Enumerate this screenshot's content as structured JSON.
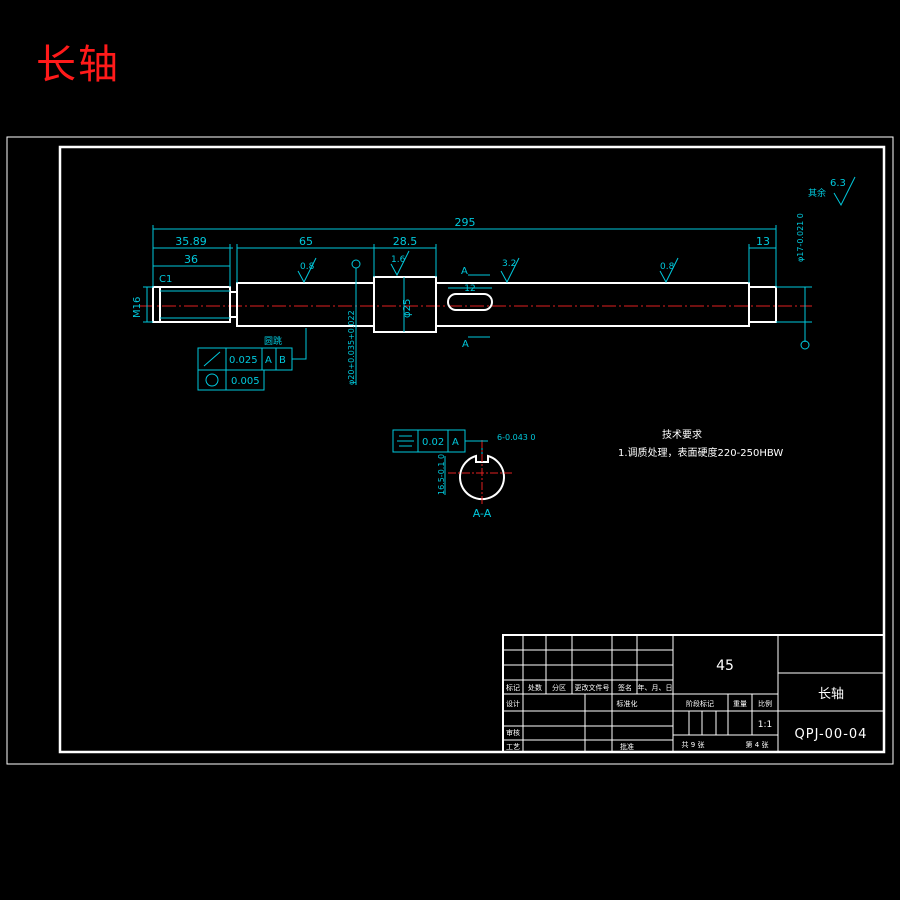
{
  "title": "长轴",
  "dimensions": {
    "overall": "295",
    "d1": "35.89",
    "d2": "36",
    "d3": "65",
    "d4": "28.5",
    "d5": "13",
    "chamfer": "C1",
    "thread": "M16",
    "dia25": "φ25",
    "dia20": "φ20+0.035+0.022",
    "dia17": "φ17-0.021 0",
    "key_len": "12",
    "key_width": "6-0.043 0",
    "key_depth": "16.5-0.1 0"
  },
  "roughness": {
    "r1": "0.8",
    "r2": "1.6",
    "r3": "3.2",
    "r4": "0.8",
    "rest": "6.3",
    "rest_label": "其余"
  },
  "section_marks": {
    "top": "A",
    "bottom": "A",
    "view": "A-A"
  },
  "tolerances": {
    "runout_value": "0.025",
    "runout_datum1": "A",
    "runout_datum2": "B",
    "runout_label": "圆跳",
    "cyl_value": "0.005",
    "sym_value": "0.02",
    "sym_datum": "A"
  },
  "tech_requirements": {
    "heading": "技术要求",
    "line1": "1.调质处理，表面硬度220-250HBW"
  },
  "title_block": {
    "material": "45",
    "part_name": "长轴",
    "drawing_no": "QPJ-00-04",
    "scale_label": "比例",
    "weight_label": "重量",
    "stage_label": "阶段标记",
    "scale_value": "1:1",
    "sheets_total": "共 9 张",
    "sheet_no": "第 4 张",
    "row_labels": [
      "标记",
      "处数",
      "分区",
      "更改文件号",
      "签名",
      "年、月、日"
    ],
    "designer": "设计",
    "standardize": "标准化",
    "review": "审核",
    "process": "工艺",
    "approve": "批准"
  }
}
